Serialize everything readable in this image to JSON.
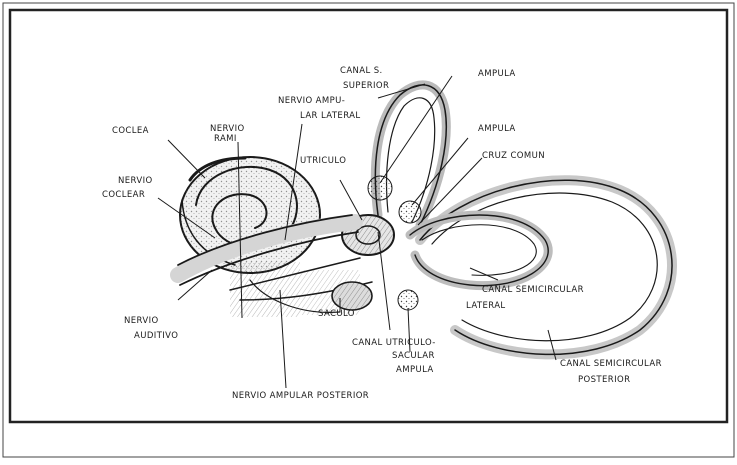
{
  "labels": {
    "canal_superior": [
      "CANAL S.",
      "SUPERIOR"
    ],
    "ampula_top": "AMPULA",
    "nervio_ampular_lateral": [
      "NERVIO AMPU-",
      "LAR LATERAL"
    ],
    "coclea": "COCLEA",
    "nervio_rami": [
      "NERVIO",
      "RAMI"
    ],
    "ampula_mid": "AMPULA",
    "cruz_comun": "CRUZ COMUN",
    "utriculo": "UTRICULO",
    "nervio_coclear": [
      "NERVIO",
      "COCLEAR"
    ],
    "canal_semicircular_lateral": [
      "CANAL SEMICIRCULAR",
      "LATERAL"
    ],
    "nervio_auditivo": [
      "NERVIO",
      "AUDITIVO"
    ],
    "saculo": "SACULO",
    "canal_utriculo_sacular": [
      "CANAL UTRICULO-",
      "SACULAR"
    ],
    "ampula_bottom": "AMPULA",
    "canal_semicircular_posterior": [
      "CANAL SEMICIRCULAR",
      "POSTERIOR"
    ],
    "nervio_ampular_posterior": "NERVIO AMPULAR POSTERIOR"
  },
  "colors": {
    "ink": "#1a1a1a",
    "shade": "#6b6b6b",
    "frame": "#222222",
    "paper": "#ffffff"
  }
}
